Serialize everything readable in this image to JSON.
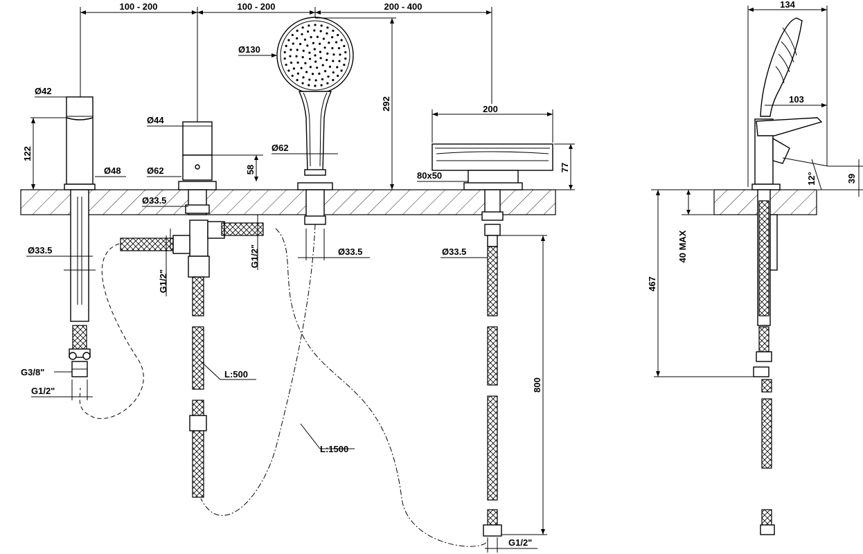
{
  "dimensions": {
    "spacing_1": "100 - 200",
    "spacing_2": "100 - 200",
    "spacing_3": "200 - 400",
    "side_width": "134",
    "d42": "Ø42",
    "d48": "Ø48",
    "h122": "122",
    "d335_a": "Ø33.5",
    "g38": "G3/8\"",
    "g12_a": "G1/2\"",
    "d44": "Ø44",
    "d62_a": "Ø62",
    "h58": "58",
    "d335_b": "Ø33.5",
    "g12_b": "G1/2\"",
    "g12_c": "G1/2\"",
    "l500": "L:500",
    "d130": "Ø130",
    "d62_b": "Ø62",
    "h292": "292",
    "d335_c": "Ø33.5",
    "l1500": "L:1500",
    "w200": "200",
    "h77": "77",
    "size80x50": "80x50",
    "d335_d": "Ø33.5",
    "h800": "800",
    "g12_d": "G1/2\"",
    "w103": "103",
    "angle12": "12°",
    "h39": "39",
    "max40": "40 MAX",
    "h467": "467"
  }
}
